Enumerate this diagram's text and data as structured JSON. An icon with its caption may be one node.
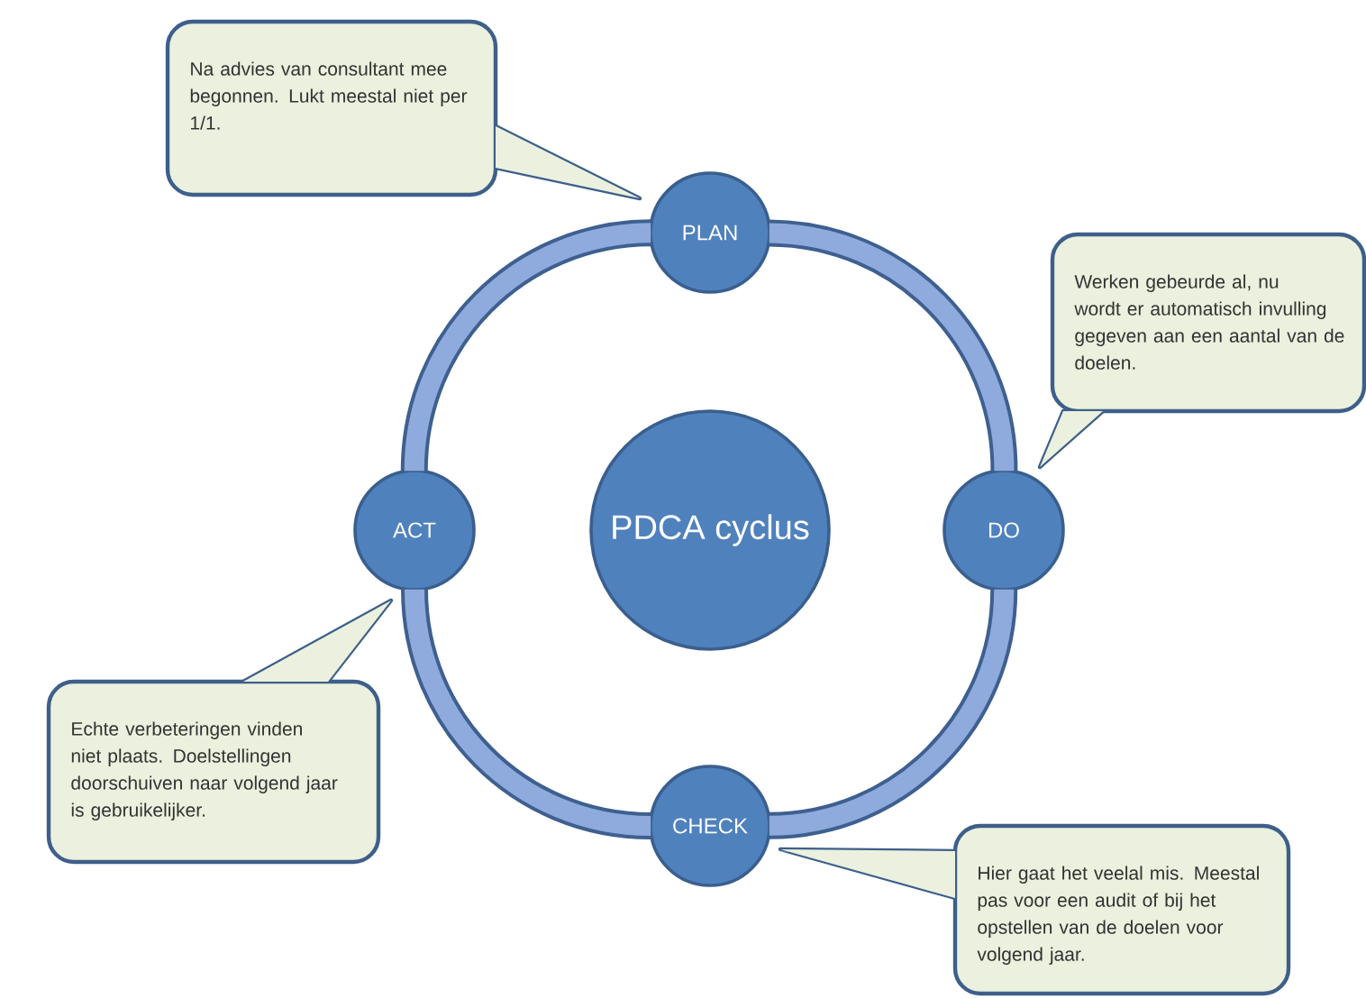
{
  "diagram": {
    "nodes": [
      {
        "text": [
          "Na advies van consultant mee begonnen. Lukt meestal niet per 1/1."
        ]
      },
      {
        "text": [
          "PLAN"
        ]
      },
      {
        "text": [
          "Werken gebeurde al, nu wordt er automatisch invulling gegeven aan een aantal van de doelen."
        ]
      },
      {
        "text": [
          "ACT"
        ]
      },
      {
        "text": [
          "PDCA cyclus"
        ]
      },
      {
        "text": [
          "DO"
        ]
      },
      {
        "text": [
          "Echte verbeteringen vinden niet plaats. Doelstellingen doorschuiven naar volgend jaar is gebruikelijker."
        ]
      },
      {
        "text": [
          "CHECK"
        ]
      },
      {
        "text": [
          "Hier gaat het veelal mis. Meestal pas voor een audit of bij het opstellen van de doelen voor volgend jaar."
        ]
      }
    ],
    "edges": [
      {
        "from": 1,
        "to": 5,
        "arrow": "none"
      },
      {
        "from": 5,
        "to": 7,
        "arrow": "none"
      },
      {
        "from": 7,
        "to": 3,
        "arrow": "none"
      },
      {
        "from": 3,
        "to": 1,
        "arrow": "none"
      }
    ]
  }
}
